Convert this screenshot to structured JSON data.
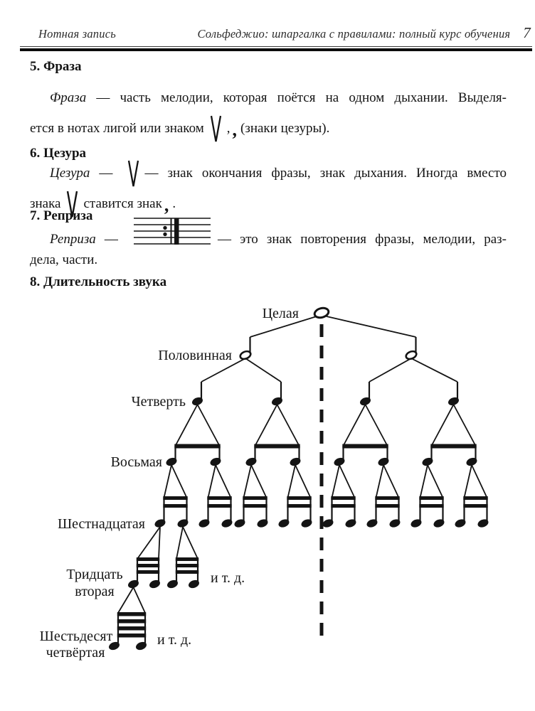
{
  "header": {
    "left": "Нотная запись",
    "right": "Сольфеджио: шпаргалка с правилами: полный курс обучения",
    "page": "7"
  },
  "s5": {
    "heading": "5. Фраза",
    "term": "Фраза",
    "l1": " — часть мелодии, которая поётся на одном дыхании. Выделя-",
    "l2a": "ется в нотах лигой или знаком",
    "comma": ",",
    "breath": ",",
    "l2c": "(знаки цезуры)."
  },
  "s6": {
    "heading": "6. Цезура",
    "term": "Цезура",
    "d1": " — ",
    "l1": "— знак окончания фразы, знак дыхания. Иногда вместо",
    "l2a": "знака",
    "l2b": "ставится знак",
    "breath": ",",
    "period": "."
  },
  "s7": {
    "heading": "7. Реприза",
    "term": "Реприза",
    "d1": " — ",
    "l1": "— это знак повторения фразы, мелодии, раз-",
    "l2": "дела, части."
  },
  "s8": {
    "heading": "8. Длительность звука"
  },
  "tree": {
    "whole": "Целая",
    "half": "Половинная",
    "quarter": "Четверть",
    "eighth": "Восьмая",
    "sixteenth": "Шестнадцатая",
    "thirty_second_line1": "Тридцать",
    "thirty_second_line2": "вторая",
    "sixty_fourth_line1": "Шестьдесят",
    "sixty_fourth_line2": "четвёртая",
    "etc": "и т. д."
  }
}
